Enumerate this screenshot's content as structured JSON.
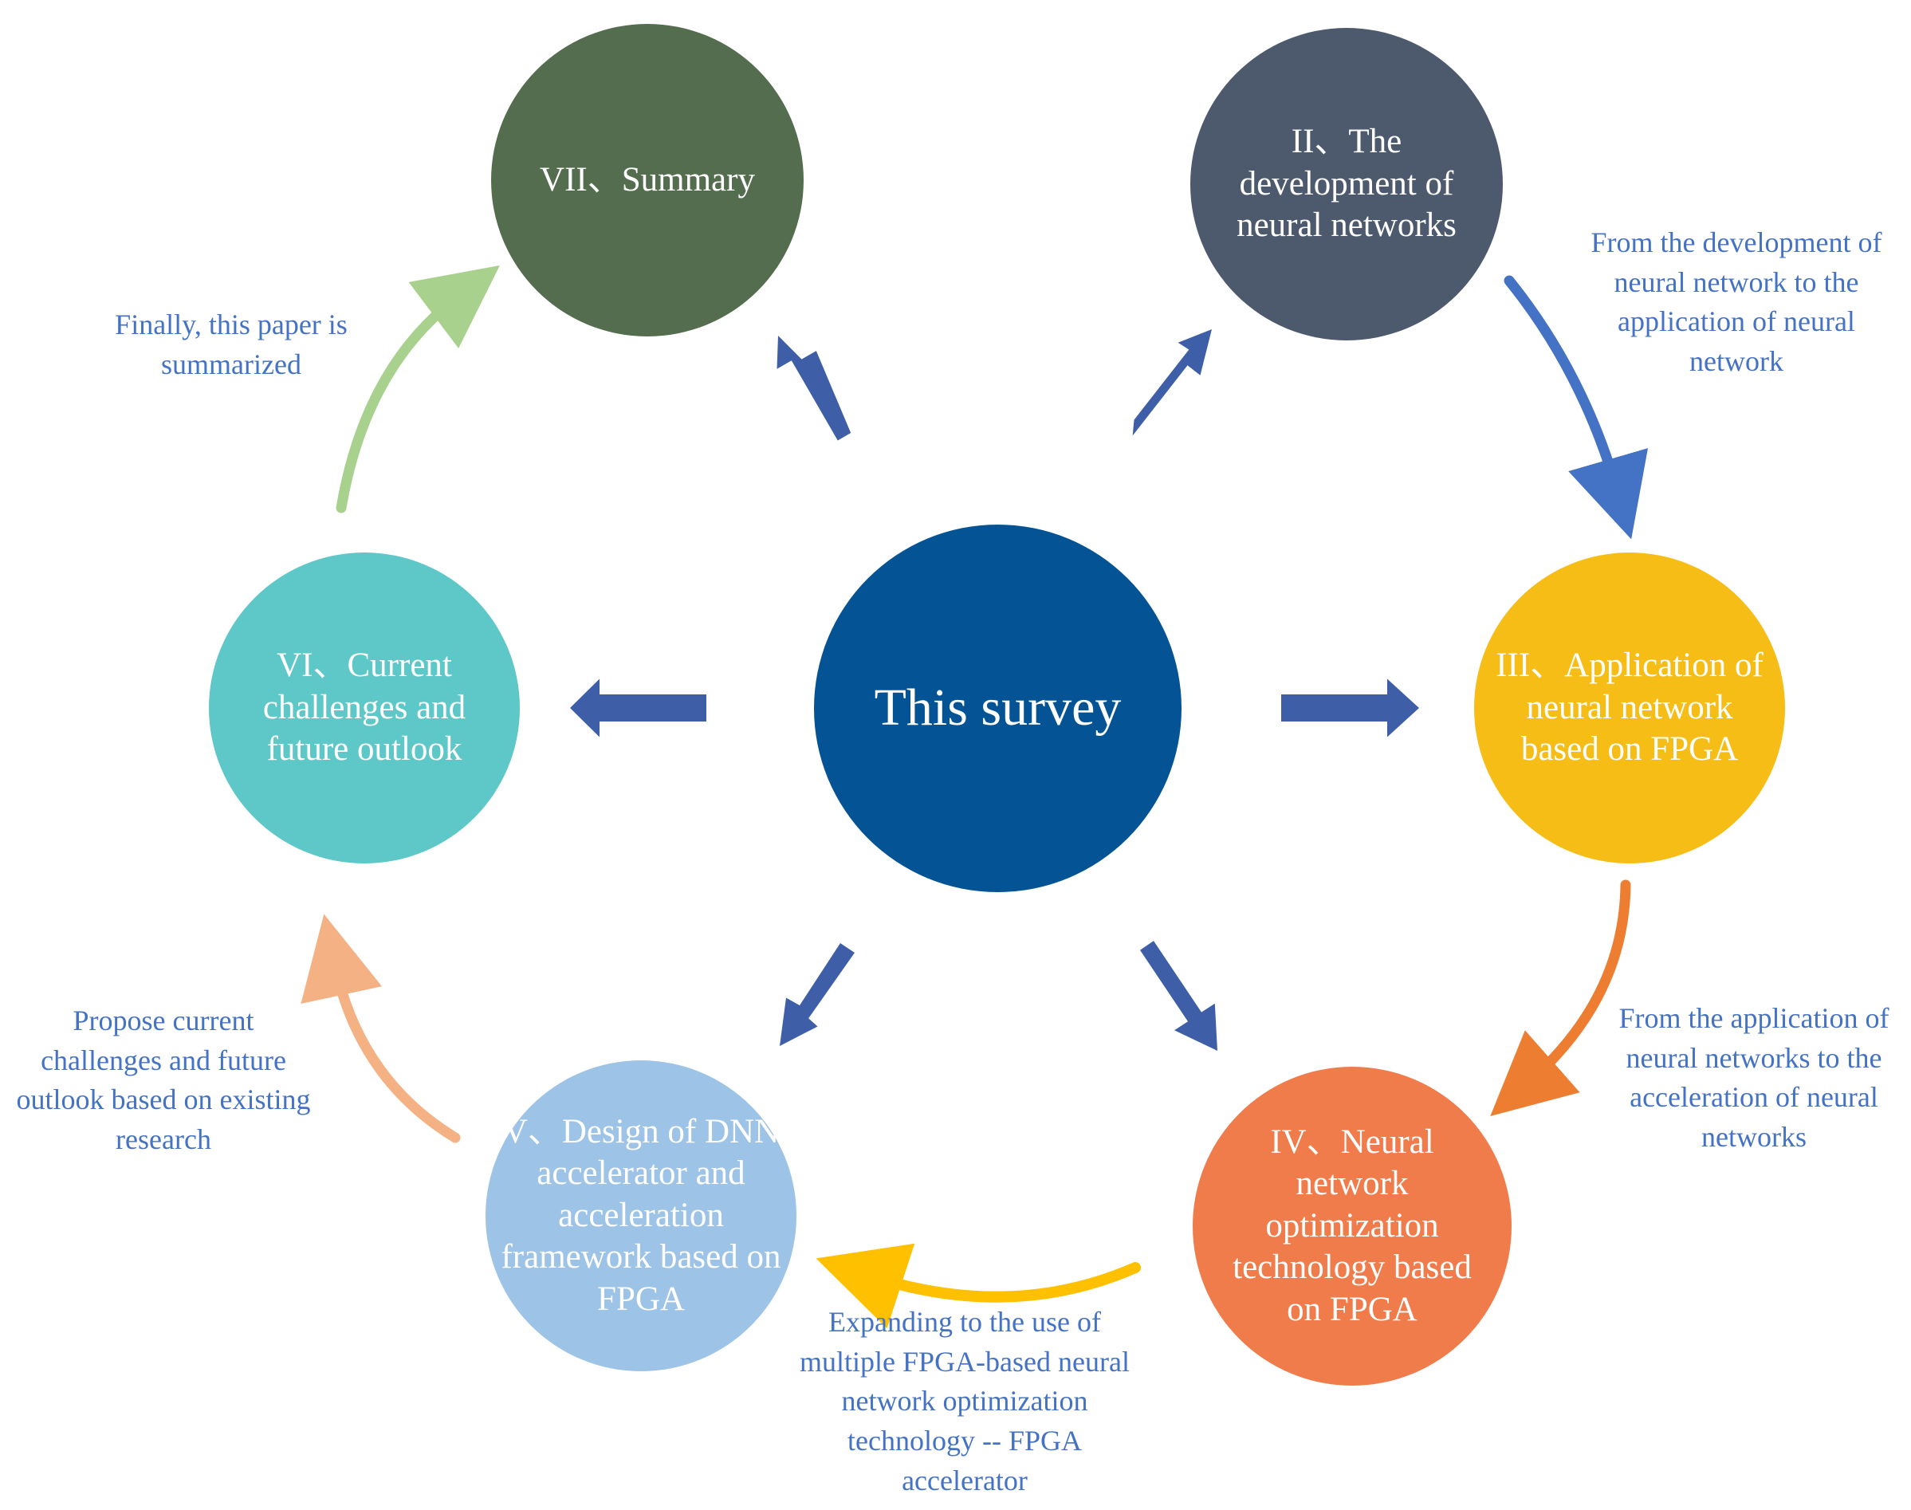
{
  "center": {
    "label": "This survey",
    "color": "#045394"
  },
  "nodes": {
    "development": {
      "label": "II、The development of neural networks",
      "color": "#4d596c"
    },
    "application": {
      "label": "III、Application of neural network based on FPGA",
      "color": "#f6bd16"
    },
    "optimization": {
      "label": "IV、Neural network optimization technology based on FPGA",
      "color": "#f07b4b"
    },
    "accelerator": {
      "label": "V、Design of DNN accelerator and acceleration framework based on FPGA",
      "color": "#9dc3e6"
    },
    "challenges": {
      "label": "VI、Current challenges and future outlook",
      "color": "#5ec7c8"
    },
    "summary": {
      "label": "VII、Summary",
      "color": "#546d4e"
    }
  },
  "captions": {
    "dev_to_app": "From the development of neural network to the application of neural network",
    "app_to_opt": "From the application of neural networks to the acceleration of neural networks",
    "opt_to_acc": "Expanding to the use of multiple FPGA-based neural network optimization technology -- FPGA accelerator",
    "acc_to_chal": "Propose current challenges and future outlook based on existing research",
    "chal_to_sum": "Finally, this paper is summarized"
  },
  "colors": {
    "radial_arrow": "#3e5ea8",
    "caption_text": "#4472c4",
    "arc_dev_to_app": "#4472c4",
    "arc_app_to_opt": "#ed7d31",
    "arc_opt_to_acc": "#ffc000",
    "arc_acc_to_chal": "#f4b183",
    "arc_chal_to_sum": "#a9d18e"
  }
}
